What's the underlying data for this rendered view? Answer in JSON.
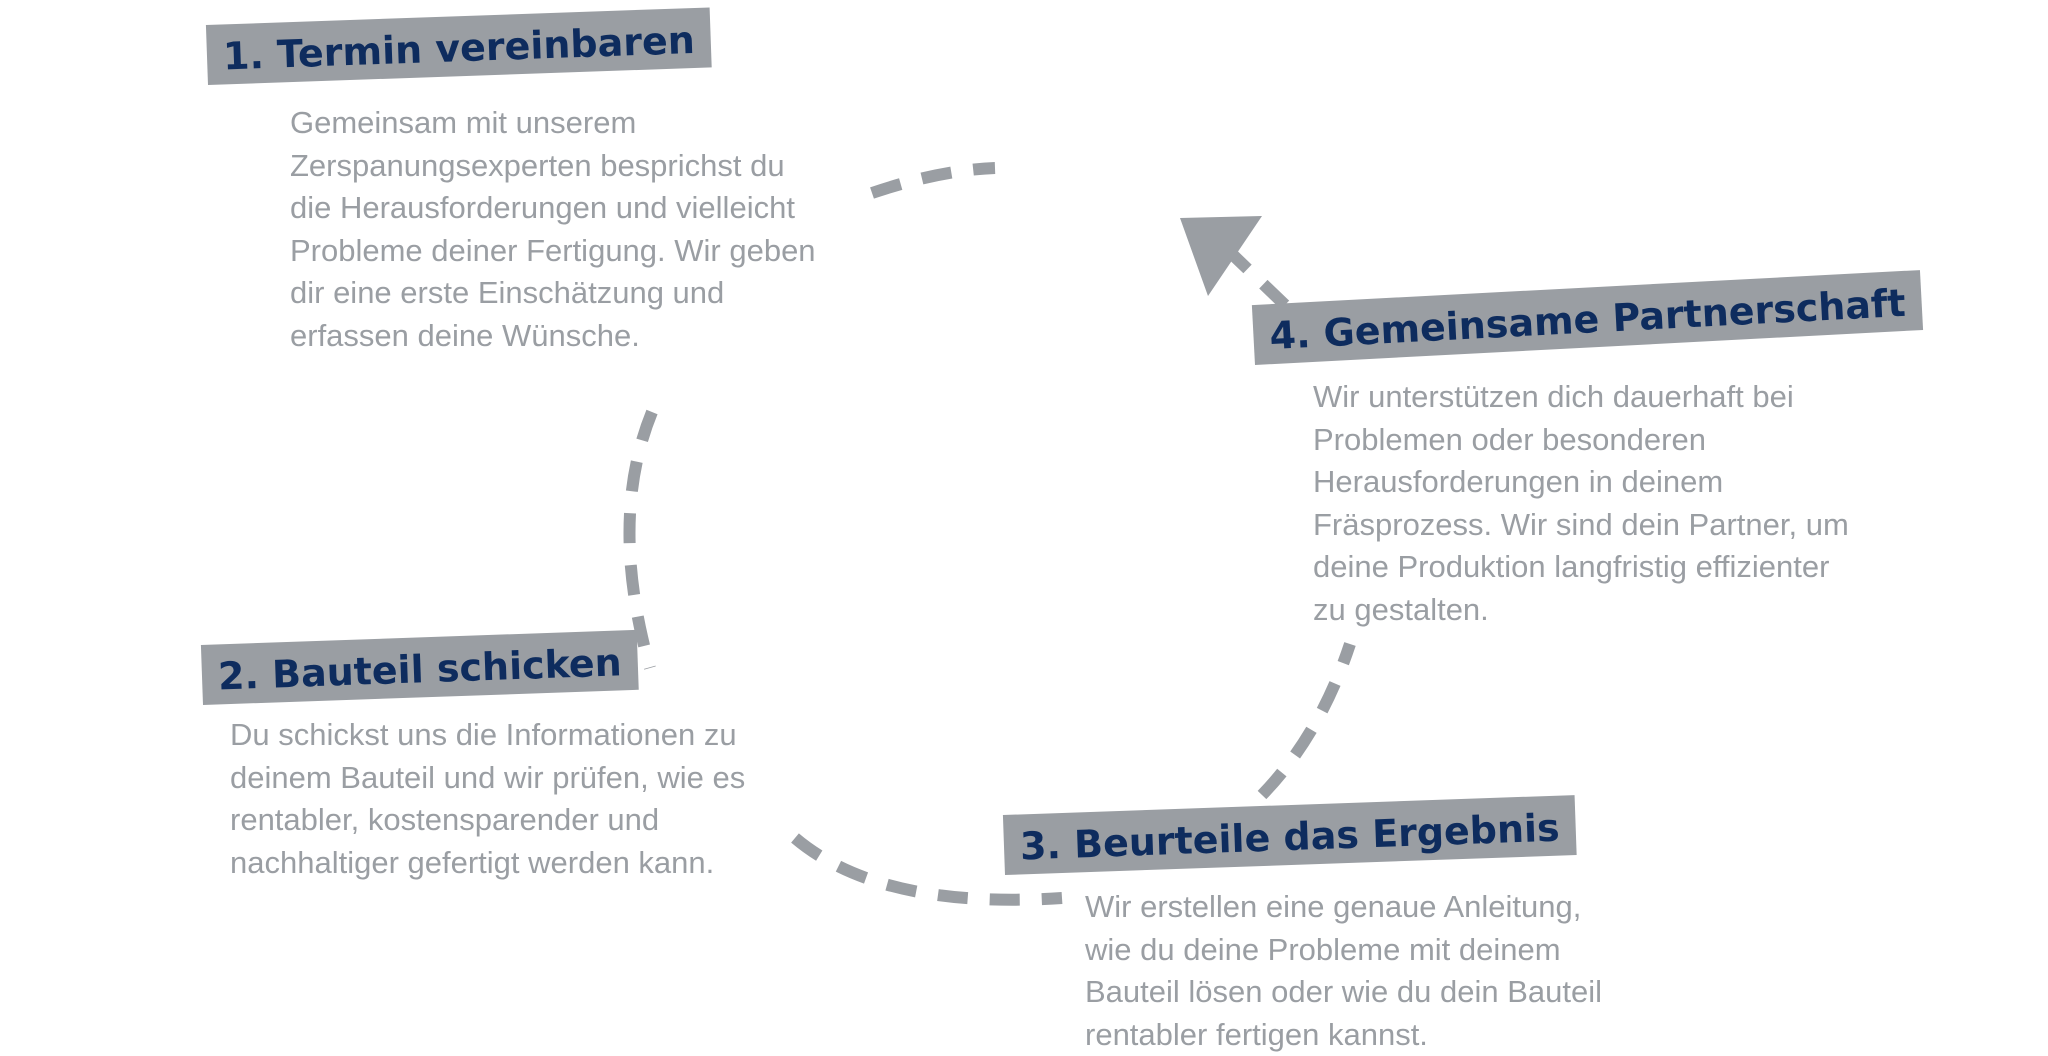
{
  "steps": [
    {
      "title": "1. Termin vereinbaren",
      "lines": [
        "Gemeinsam mit unserem",
        "Zerspanungsexperten besprichst du",
        "die Herausforderungen und vielleicht",
        "Probleme deiner Fertigung. Wir geben",
        "dir eine erste Einschätzung und",
        "erfassen deine Wünsche."
      ]
    },
    {
      "title": "2. Bauteil schicken",
      "lines": [
        "Du schickst uns die Informationen zu",
        "deinem Bauteil und wir prüfen, wie es",
        "rentabler, kostensparender und",
        "nachhaltiger gefertigt werden kann."
      ]
    },
    {
      "title": "3. Beurteile das Ergebnis",
      "lines": [
        "Wir erstellen eine genaue Anleitung,",
        "wie du deine Probleme mit deinem",
        "Bauteil lösen oder wie du dein Bauteil",
        "rentabler fertigen kannst."
      ]
    },
    {
      "title": "4. Gemeinsame Partnerschaft",
      "lines": [
        "Wir unterstützen dich dauerhaft bei",
        "Problemen oder besonderen",
        "Herausforderungen in deinem",
        "Fräsprozess. Wir sind dein Partner, um",
        "deine Produktion langfristig effizienter",
        "zu gestalten."
      ]
    }
  ],
  "colors": {
    "title_bg": "#9a9ea3",
    "title_text": "#0e2c5e",
    "body_text": "#9a9ea3",
    "arrow": "#9a9ea3"
  }
}
